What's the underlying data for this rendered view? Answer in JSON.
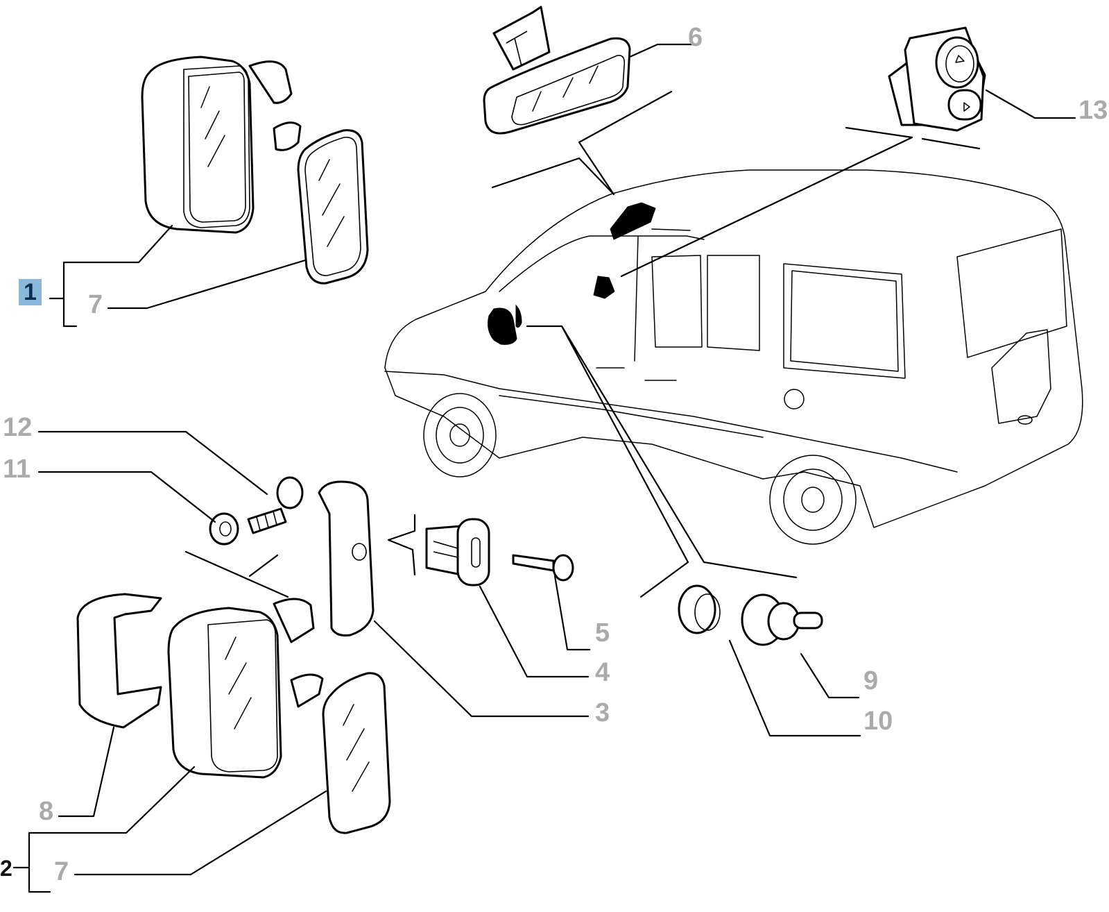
{
  "diagram": {
    "title": "Exterior and interior rear-view mirrors - exploded parts view",
    "colors": {
      "callout_text": "#aaaaaa",
      "highlight_bg": "#8ab8dd",
      "highlight_text": "#0b2d4e",
      "line": "#000000"
    },
    "callouts": [
      {
        "id": "c1",
        "label": "1",
        "highlighted": true,
        "part": "left exterior mirror assembly"
      },
      {
        "id": "c7a",
        "label": "7",
        "part": "mirror glass (left)"
      },
      {
        "id": "c2",
        "label": "2",
        "part": "right exterior mirror assembly"
      },
      {
        "id": "c7b",
        "label": "7",
        "part": "mirror glass (right)"
      },
      {
        "id": "c8",
        "label": "8",
        "part": "mirror cover"
      },
      {
        "id": "c3",
        "label": "3",
        "part": "mirror trim panel"
      },
      {
        "id": "c4",
        "label": "4",
        "part": "adjuster knob"
      },
      {
        "id": "c5",
        "label": "5",
        "part": "screw"
      },
      {
        "id": "c6",
        "label": "6",
        "part": "interior rear-view mirror"
      },
      {
        "id": "c9",
        "label": "9",
        "part": "grommet"
      },
      {
        "id": "c10",
        "label": "10",
        "part": "bush"
      },
      {
        "id": "c11",
        "label": "11",
        "part": "washer"
      },
      {
        "id": "c12",
        "label": "12",
        "part": "bolt"
      },
      {
        "id": "c13",
        "label": "13",
        "part": "mirror adjustment switch"
      }
    ]
  }
}
